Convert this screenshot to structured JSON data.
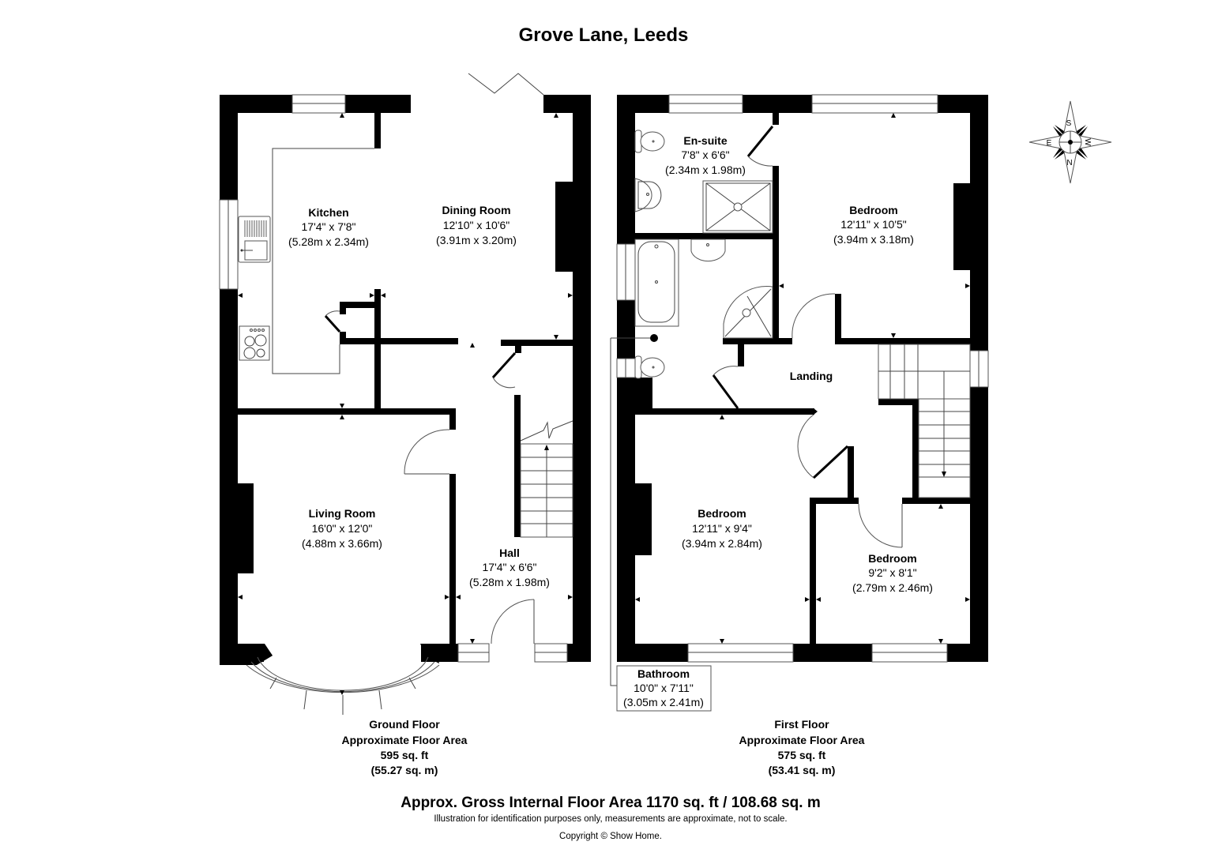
{
  "title": "Grove Lane, Leeds",
  "ground_floor": {
    "rooms": [
      {
        "name": "Kitchen",
        "imperial": "17'4\" x 7'8\"",
        "metric": "(5.28m x 2.34m)"
      },
      {
        "name": "Dining Room",
        "imperial": "12'10\" x 10'6\"",
        "metric": "(3.91m x 3.20m)"
      },
      {
        "name": "Living Room",
        "imperial": "16'0\" x 12'0\"",
        "metric": "(4.88m x 3.66m)"
      },
      {
        "name": "Hall",
        "imperial": "17'4\" x 6'6\"",
        "metric": "(5.28m x 1.98m)"
      }
    ],
    "label": {
      "line1": "Ground Floor",
      "line2": "Approximate Floor Area",
      "line3": "595 sq. ft",
      "line4": "(55.27 sq. m)"
    }
  },
  "first_floor": {
    "rooms": [
      {
        "name": "En-suite",
        "imperial": "7'8\" x 6'6\"",
        "metric": "(2.34m x 1.98m)"
      },
      {
        "name": "Bedroom",
        "imperial": "12'11\" x 10'5\"",
        "metric": "(3.94m x 3.18m)"
      },
      {
        "name": "Landing",
        "imperial": "",
        "metric": ""
      },
      {
        "name": "Bedroom",
        "imperial": "12'11\" x 9'4\"",
        "metric": "(3.94m x 2.84m)"
      },
      {
        "name": "Bedroom",
        "imperial": "9'2\" x 8'1\"",
        "metric": "(2.79m x 2.46m)"
      },
      {
        "name": "Bathroom",
        "imperial": "10'0\" x 7'11\"",
        "metric": "(3.05m x 2.41m)"
      }
    ],
    "label": {
      "line1": "First Floor",
      "line2": "Approximate Floor Area",
      "line3": "575 sq. ft",
      "line4": "(53.41 sq. m)"
    }
  },
  "compass": {
    "top": "S",
    "bottom": "N",
    "left": "E",
    "right": "W",
    "icon": "compass-rose-icon"
  },
  "footer": {
    "gross": "Approx. Gross Internal Floor Area 1170 sq. ft / 108.68 sq. m",
    "disclaimer": "Illustration for identification purposes only, measurements are approximate, not to scale.",
    "copyright": "Copyright © Show Home."
  },
  "colors": {
    "wall": "#000000",
    "background": "#ffffff",
    "fixture_line": "#555555"
  }
}
